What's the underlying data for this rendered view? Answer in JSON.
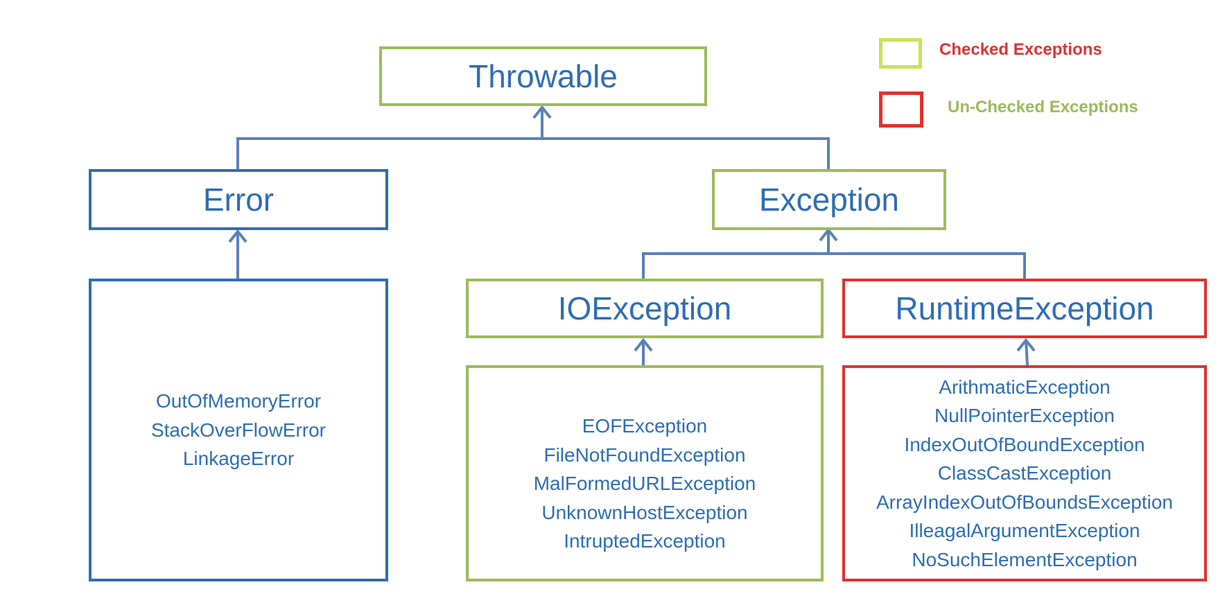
{
  "legend": [
    {
      "label": "Checked Exceptions",
      "swatch_color": "#c8e35a",
      "text_color": "#e03131"
    },
    {
      "label": "Un-Checked Exceptions",
      "swatch_color": "#e03131",
      "text_color": "#9bbb59"
    }
  ],
  "nodes": {
    "throwable": "Throwable",
    "error": "Error",
    "exception": "Exception",
    "ioexception": "IOException",
    "runtimeexception": "RuntimeException"
  },
  "lists": {
    "error_children": [
      "OutOfMemoryError",
      "StackOverFlowError",
      "LinkageError"
    ],
    "io_children": [
      "EOFException",
      "FileNotFoundException",
      "MalFormedURLException",
      "UnknownHostException",
      "IntruptedException"
    ],
    "runtime_children": [
      "ArithmaticException",
      "NullPointerException",
      "IndexOutOfBoundException",
      "ClassCastException",
      "ArrayIndexOutOfBoundsException",
      "IlleagalArgumentException",
      "NoSuchElementException"
    ]
  },
  "colors": {
    "text": "#2e6db4",
    "connector": "#5b80b9",
    "checked_border": "#9bbb59",
    "unchecked_border": "#e03131",
    "error_border": "#2e6db4"
  }
}
